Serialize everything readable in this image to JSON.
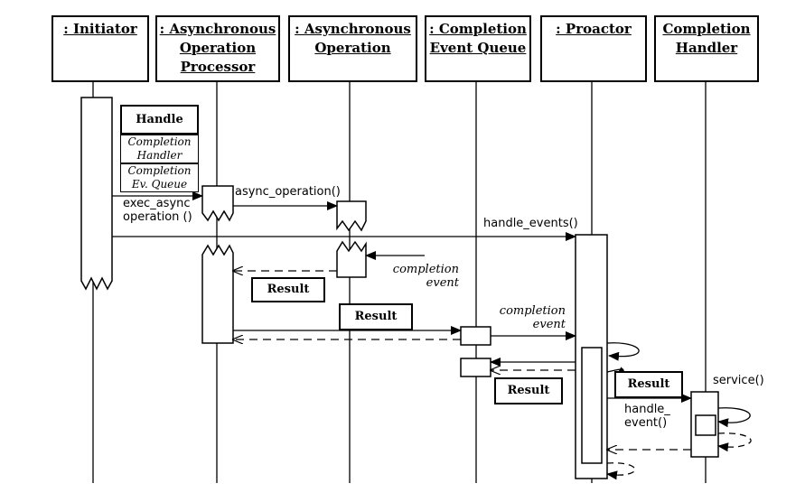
{
  "participants": {
    "initiator": [
      ": Initiator"
    ],
    "aop": [
      ": Asynchronous",
      "Operation",
      "Processor"
    ],
    "ao": [
      ": Asynchronous",
      "Operation"
    ],
    "ceq": [
      ": Completion",
      "Event Queue"
    ],
    "proactor": [
      ": Proactor"
    ],
    "handler": [
      "Completion",
      "Handler"
    ]
  },
  "tokens": {
    "handle": "Handle",
    "completion_handler_1": "Completion",
    "completion_handler_2": "Handler",
    "completion_queue_1": "Completion",
    "completion_queue_2": "Ev. Queue",
    "result": "Result"
  },
  "messages": {
    "exec_async_1": "exec_async",
    "exec_async_2": "operation ()",
    "async_operation": "async_operation()",
    "handle_events": "handle_events()",
    "completion_event_1": "completion",
    "completion_event_2": "event",
    "handle_event_1": "handle_",
    "handle_event_2": "event()",
    "service": "service()"
  }
}
